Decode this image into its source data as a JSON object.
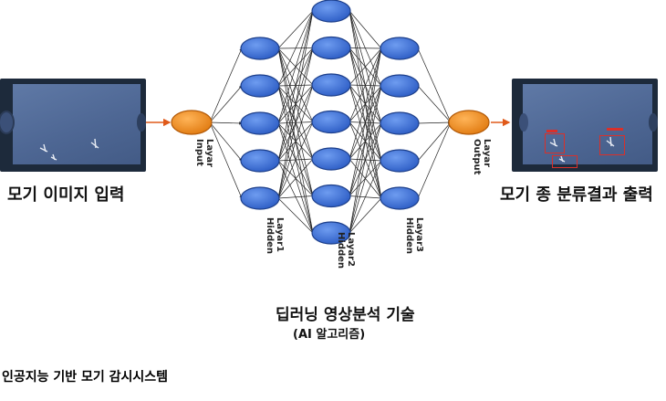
{
  "input_caption": "모기 이미지 입력",
  "output_caption": "모기 종 분류결과 출력",
  "network": {
    "input_layer_label": "Input Layar",
    "output_layer_label": "Output Layar",
    "hidden1_label": "Hidden Layar1",
    "hidden2_label": "Hidden Layar2",
    "hidden3_label": "Hidden Layar3",
    "hidden1_nodes": 5,
    "hidden2_nodes": 7,
    "hidden3_nodes": 5
  },
  "title": "딥러닝 영상분석 기술",
  "subtitle": "(AI 알고리즘)",
  "footer": "인공지능 기반 모기 감시시스템",
  "colors": {
    "hidden_node": "#3a6ed6",
    "hidden_node_edge": "#1d3f8a",
    "io_node": "#f08a1c",
    "io_node_edge": "#b35a08",
    "connection": "#222222",
    "arrow": "#e05a1a"
  }
}
